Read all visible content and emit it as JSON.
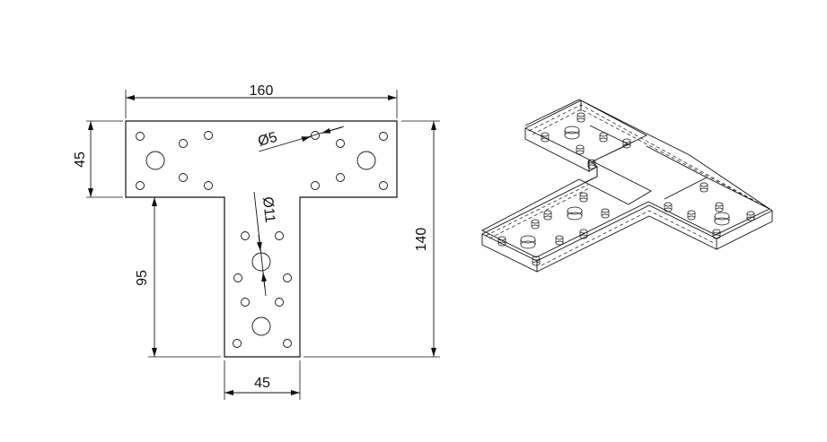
{
  "dimensions": {
    "total_width": "160",
    "total_height": "140",
    "flange_height": "45",
    "stem_length": "95",
    "stem_width": "45",
    "small_hole_dia": "Ø5",
    "large_hole_dia": "Ø11"
  },
  "colors": {
    "line": "#111111",
    "background": "#ffffff"
  },
  "views": [
    "front-view",
    "isometric-view"
  ]
}
